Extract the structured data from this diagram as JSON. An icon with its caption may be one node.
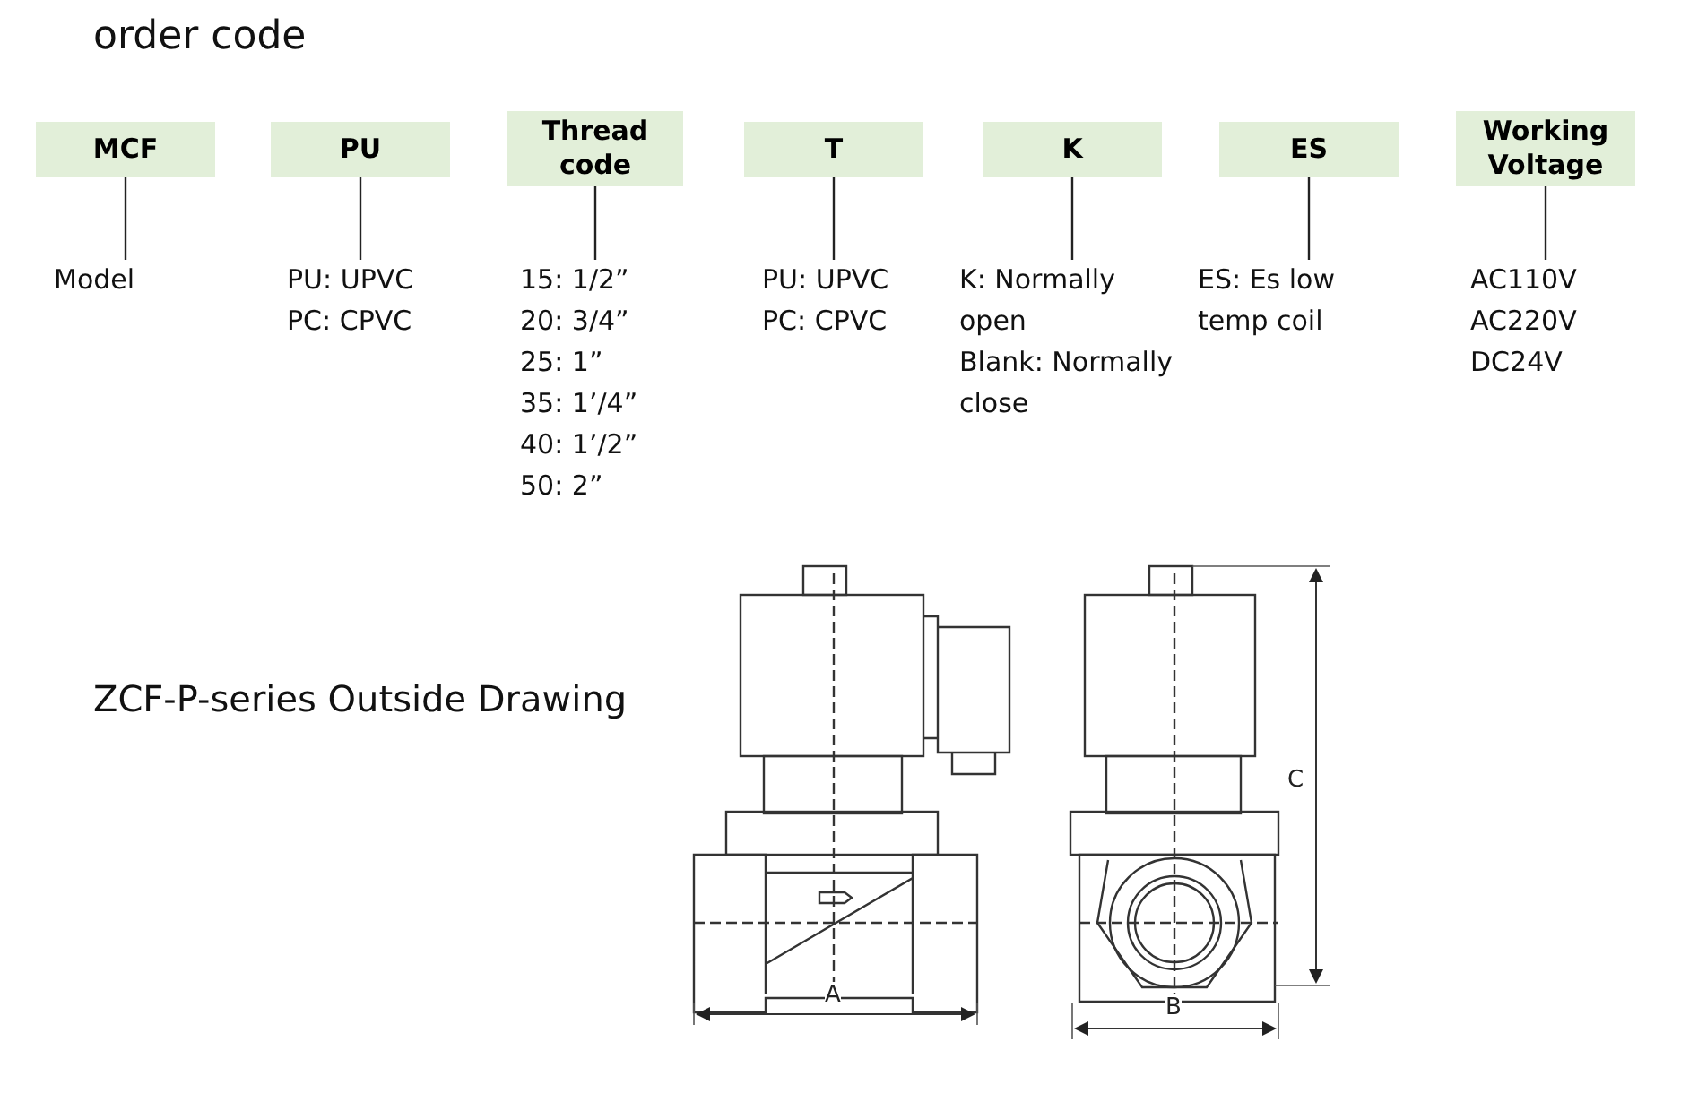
{
  "diagram": {
    "title": "order code",
    "nodes": [
      {
        "text": [
          "MCF"
        ]
      },
      {
        "text": [
          "PU"
        ]
      },
      {
        "text": [
          "Thread code"
        ]
      },
      {
        "text": [
          "T"
        ]
      },
      {
        "text": [
          "K"
        ]
      },
      {
        "text": [
          "ES"
        ]
      },
      {
        "text": [
          "Working Voltage"
        ]
      },
      {
        "text": [
          "Model"
        ]
      },
      {
        "text": [
          "PU: UPVC",
          "PC: CPVC"
        ]
      },
      {
        "text": [
          "15: 1/2”",
          "20: 3/4”",
          "25: 1”",
          "35: 1’/4”",
          "40: 1’/2”",
          "50: 2”"
        ]
      },
      {
        "text": [
          "PU: UPVC",
          "PC: CPVC"
        ]
      },
      {
        "text": [
          "K: Normally open",
          "Blank: Normally close"
        ]
      },
      {
        "text": [
          "ES: Es low temp coil"
        ]
      },
      {
        "text": [
          "AC110V",
          "AC220V",
          "DC24V"
        ]
      }
    ],
    "edges": [
      {
        "from": 0,
        "to": 7,
        "arrow": "none"
      },
      {
        "from": 1,
        "to": 8,
        "arrow": "none"
      },
      {
        "from": 2,
        "to": 9,
        "arrow": "none"
      },
      {
        "from": 3,
        "to": 10,
        "arrow": "none"
      },
      {
        "from": 4,
        "to": 11,
        "arrow": "none"
      },
      {
        "from": 5,
        "to": 12,
        "arrow": "none"
      },
      {
        "from": 6,
        "to": 13,
        "arrow": "none"
      }
    ],
    "labels": [
      "ZCF-P-series Outside Drawing",
      "A",
      "B",
      "C"
    ]
  }
}
